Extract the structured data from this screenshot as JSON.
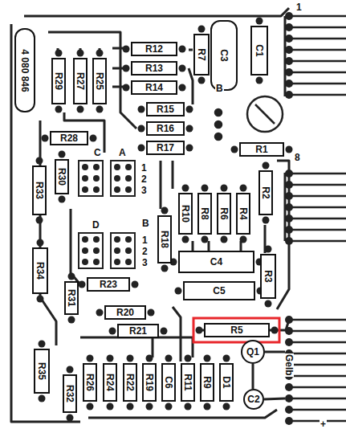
{
  "diagram": {
    "nodes": [
      {
        "text": [
          "4 080 846"
        ]
      },
      {
        "text": [
          "R12"
        ]
      },
      {
        "text": [
          "R13"
        ]
      },
      {
        "text": [
          "R14"
        ]
      },
      {
        "text": [
          "R15"
        ]
      },
      {
        "text": [
          "R16"
        ]
      },
      {
        "text": [
          "R17"
        ]
      },
      {
        "text": [
          "R7"
        ]
      },
      {
        "text": [
          "C3"
        ]
      },
      {
        "text": [
          "C1"
        ]
      },
      {
        "text": [
          "R29"
        ]
      },
      {
        "text": [
          "R27"
        ]
      },
      {
        "text": [
          "R25"
        ]
      },
      {
        "text": [
          "R28"
        ]
      },
      {
        "text": [
          "R30"
        ]
      },
      {
        "text": [
          "R33"
        ]
      },
      {
        "text": [
          "R1"
        ]
      },
      {
        "text": [
          "R2"
        ]
      },
      {
        "text": [
          "R10"
        ]
      },
      {
        "text": [
          "R8"
        ]
      },
      {
        "text": [
          "R6"
        ]
      },
      {
        "text": [
          "R4"
        ]
      },
      {
        "text": [
          "R18"
        ]
      },
      {
        "text": [
          "C4"
        ]
      },
      {
        "text": [
          "R3"
        ]
      },
      {
        "text": [
          "C5"
        ]
      },
      {
        "text": [
          "R34"
        ]
      },
      {
        "text": [
          "R31"
        ]
      },
      {
        "text": [
          "R23"
        ]
      },
      {
        "text": [
          "R20"
        ]
      },
      {
        "text": [
          "R21"
        ]
      },
      {
        "text": [
          "R5"
        ]
      },
      {
        "text": [
          "R35"
        ]
      },
      {
        "text": [
          "R32"
        ]
      },
      {
        "text": [
          "R26"
        ]
      },
      {
        "text": [
          "R24"
        ]
      },
      {
        "text": [
          "R22"
        ]
      },
      {
        "text": [
          "R19"
        ]
      },
      {
        "text": [
          "C6"
        ]
      },
      {
        "text": [
          "R11"
        ]
      },
      {
        "text": [
          "R9"
        ]
      },
      {
        "text": [
          "D1"
        ]
      },
      {
        "text": [
          "Q1"
        ]
      },
      {
        "text": [
          "C2"
        ]
      }
    ],
    "labels": [
      "C",
      "A",
      "1",
      "2",
      "3",
      "D",
      "B",
      "1",
      "2",
      "3",
      "B",
      "1",
      "8",
      "Gelb",
      "+"
    ]
  }
}
